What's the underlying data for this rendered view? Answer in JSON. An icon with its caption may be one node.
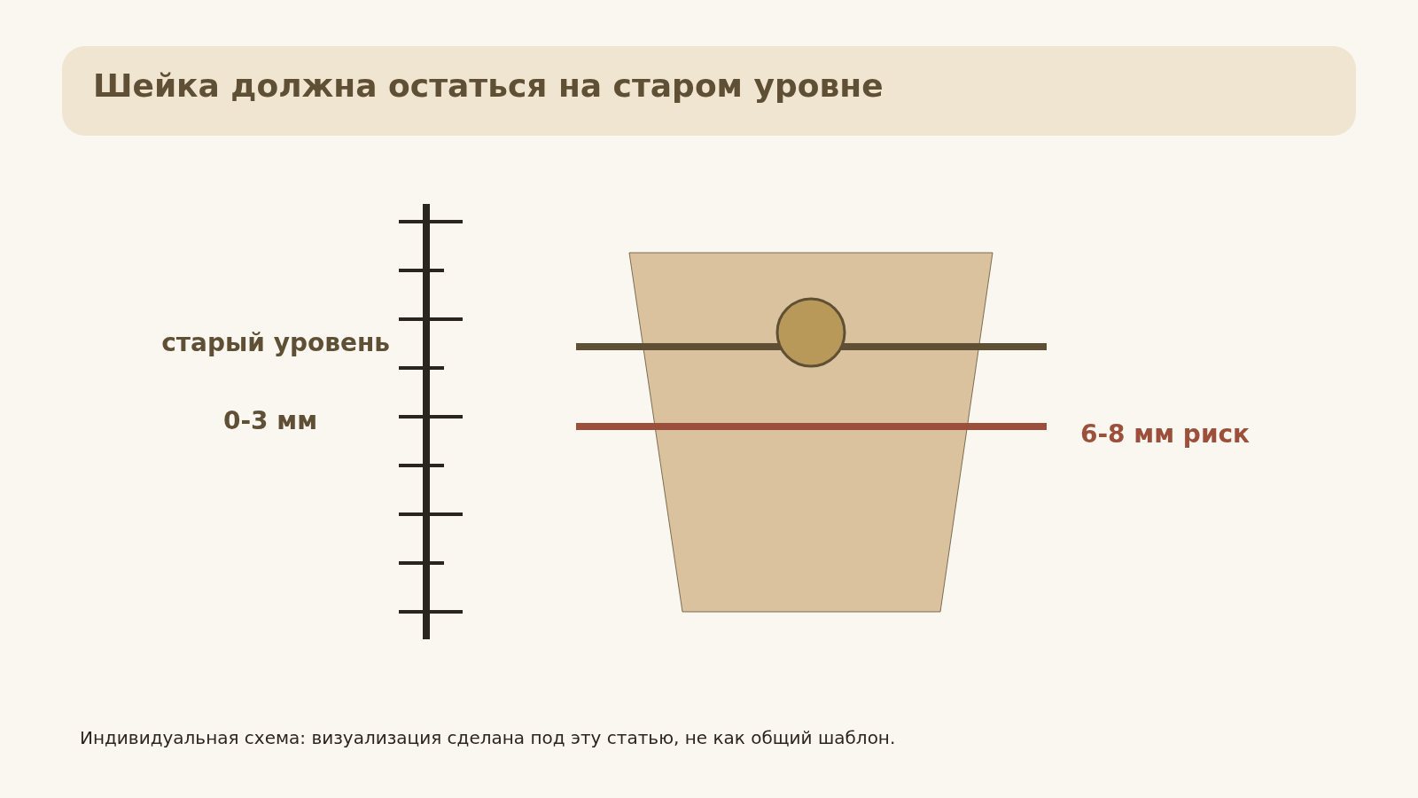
{
  "diagram": {
    "title": "Шейка должна остаться на старом уровне",
    "caption": "Индивидуальная схема: визуализация сделана под эту статью, не как общий шаблон.",
    "labels": [
      "старый уровень",
      "0-3 мм",
      "6-8 мм риск"
    ]
  }
}
